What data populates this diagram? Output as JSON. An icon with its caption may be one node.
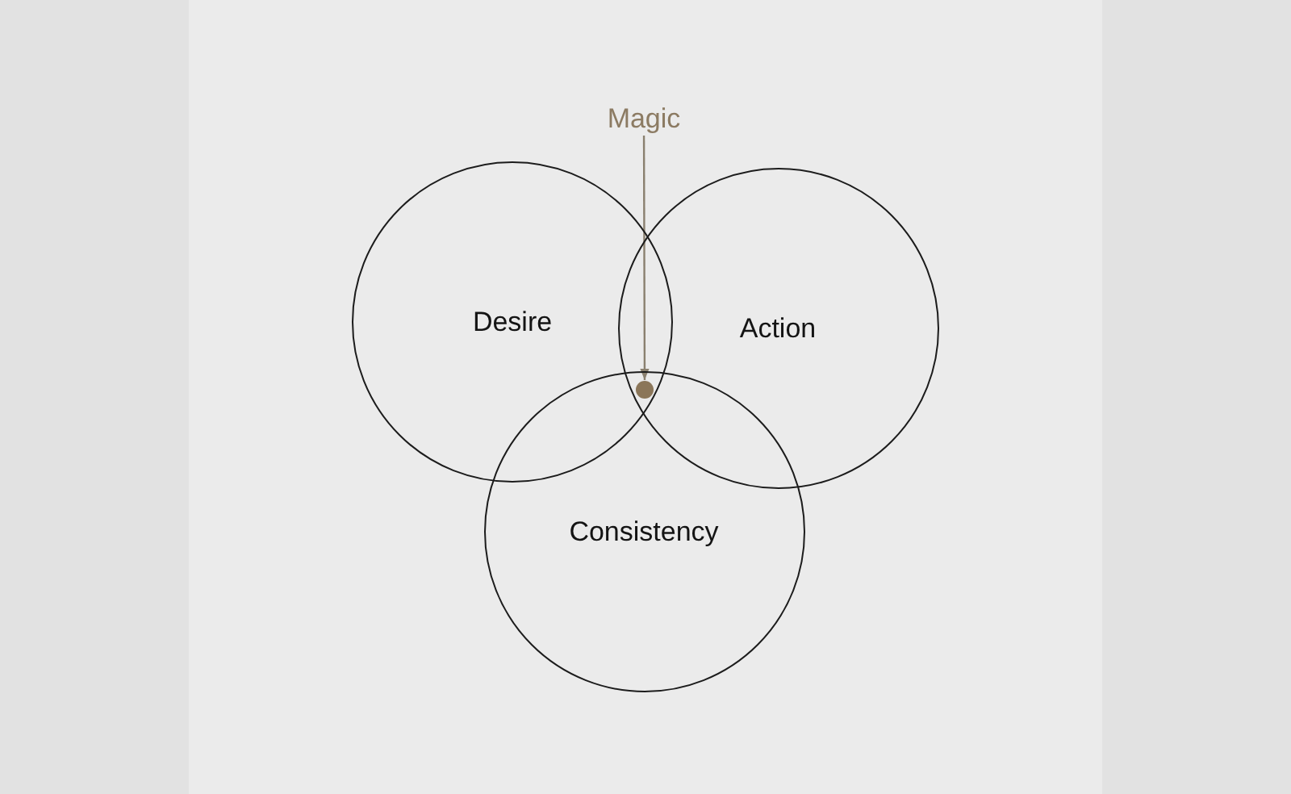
{
  "diagram": {
    "nodes": [
      {
        "text": [
          "Magic"
        ]
      },
      {
        "text": [
          "Desire"
        ]
      },
      {
        "text": [
          "Action"
        ]
      },
      {
        "text": [],
        "shape": "circle"
      },
      {
        "text": [
          "Consistency"
        ]
      }
    ],
    "edges": [
      {
        "from": 0,
        "to": 3,
        "arrow": "to"
      }
    ]
  }
}
